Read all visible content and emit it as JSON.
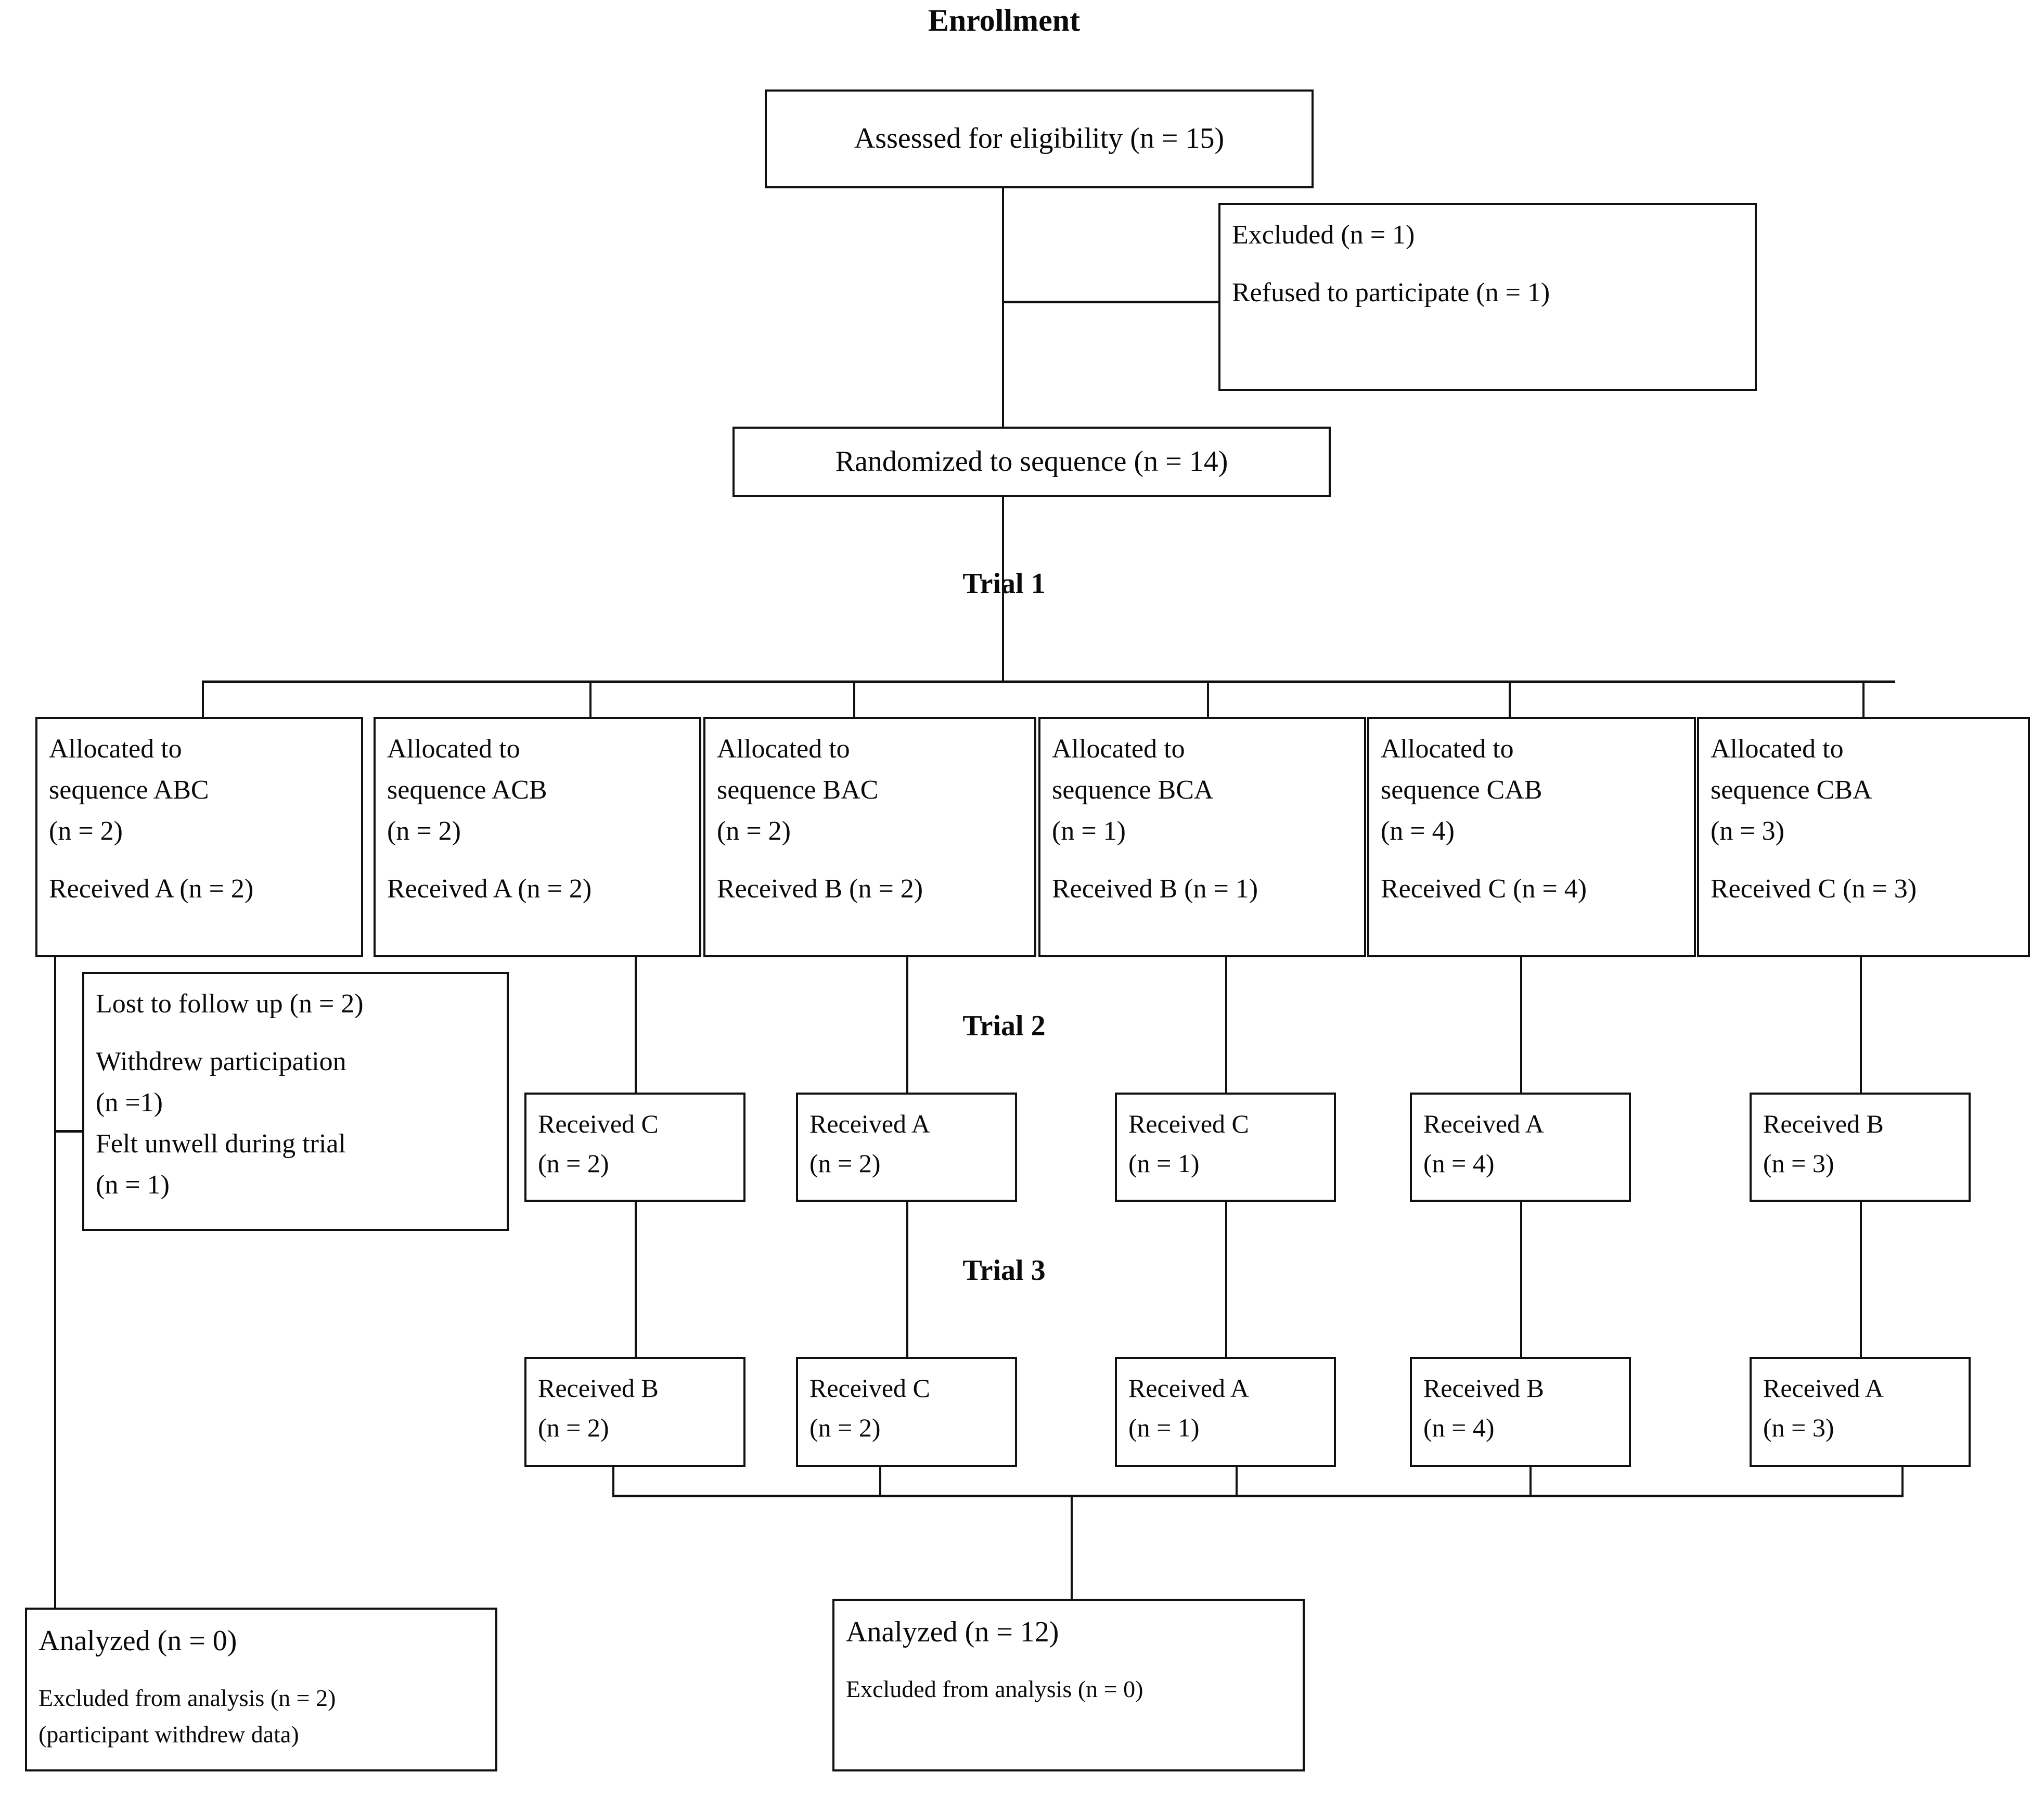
{
  "diagram": {
    "title_enrollment": "Enrollment",
    "title_trial1": "Trial 1",
    "title_trial2": "Trial 2",
    "title_trial3": "Trial 3"
  },
  "enrollment": {
    "assessed": "Assessed for eligibility (n = 15)",
    "excluded_title": "Excluded (n = 1)",
    "excluded_reason": "Refused to participate (n = 1)",
    "randomized": "Randomized to sequence (n = 14)"
  },
  "allocation": [
    {
      "line1": "Allocated to",
      "line2": "sequence ABC",
      "line3": "(n = 2)",
      "received": "Received A (n = 2)"
    },
    {
      "line1": "Allocated to",
      "line2": "sequence ACB",
      "line3": "(n = 2)",
      "received": "Received A (n = 2)"
    },
    {
      "line1": "Allocated to",
      "line2": "sequence BAC",
      "line3": "(n = 2)",
      "received": "Received B (n = 2)"
    },
    {
      "line1": "Allocated to",
      "line2": "sequence BCA",
      "line3": "(n = 1)",
      "received": "Received B (n = 1)"
    },
    {
      "line1": "Allocated to",
      "line2": "sequence CAB",
      "line3": "(n = 4)",
      "received": "Received C (n = 4)"
    },
    {
      "line1": "Allocated to",
      "line2": "sequence CBA",
      "line3": "(n = 3)",
      "received": "Received C (n = 3)"
    }
  ],
  "lost_to_follow_up": {
    "title": "Lost to follow up (n = 2)",
    "reason1_line1": "Withdrew participation",
    "reason1_line2": "(n =1)",
    "reason2_line1": "Felt unwell during trial",
    "reason2_line2": "(n = 1)"
  },
  "trial2": [
    {
      "treatment": "Received C",
      "count": "(n = 2)"
    },
    {
      "treatment": "Received A",
      "count": "(n = 2)"
    },
    {
      "treatment": "Received C",
      "count": "(n = 1)"
    },
    {
      "treatment": "Received A",
      "count": "(n = 4)"
    },
    {
      "treatment": "Received B",
      "count": "(n = 3)"
    }
  ],
  "trial3": [
    {
      "treatment": "Received B",
      "count": "(n = 2)"
    },
    {
      "treatment": "Received C",
      "count": "(n = 2)"
    },
    {
      "treatment": "Received A",
      "count": "(n = 1)"
    },
    {
      "treatment": "Received B",
      "count": "(n = 4)"
    },
    {
      "treatment": "Received A",
      "count": "(n = 3)"
    }
  ],
  "analysis_left": {
    "analyzed": "Analyzed (n = 0)",
    "excluded_line1": "Excluded from analysis (n = 2)",
    "excluded_line2": "(participant withdrew data)"
  },
  "analysis_right": {
    "analyzed": "Analyzed (n = 12)",
    "excluded": "Excluded from analysis (n = 0)"
  },
  "colors": {
    "ink": "#111111",
    "paper": "#ffffff"
  }
}
